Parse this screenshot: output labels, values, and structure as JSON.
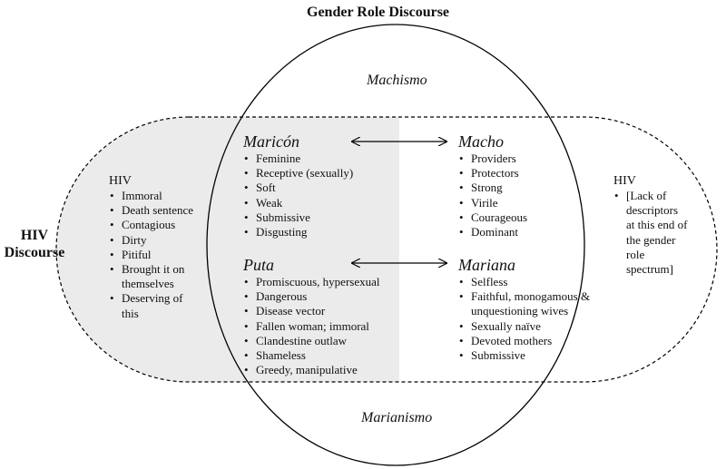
{
  "title": "Gender Role Discourse",
  "machismo_label": "Machismo",
  "marianismo_label": "Marianismo",
  "hiv_discourse_label": "HIV Discourse",
  "left_hiv": {
    "heading": "HIV",
    "items": [
      "Immoral",
      "Death sentence",
      "Contagious",
      "Dirty",
      "Pitiful",
      "Brought it on themselves",
      "Deserving of this"
    ]
  },
  "right_hiv": {
    "heading": "HIV",
    "items": [
      "[Lack of descriptors at this end of the gender role spectrum]"
    ]
  },
  "maricon": {
    "heading": "Maricón",
    "items": [
      "Feminine",
      "Receptive (sexually)",
      "Soft",
      "Weak",
      "Submissive",
      "Disgusting"
    ]
  },
  "macho": {
    "heading": "Macho",
    "items": [
      "Providers",
      "Protectors",
      "Strong",
      "Virile",
      "Courageous",
      "Dominant"
    ]
  },
  "puta": {
    "heading": "Puta",
    "items": [
      "Promiscuous, hypersexual",
      "Dangerous",
      "Disease vector",
      "Fallen woman; immoral",
      "Clandestine outlaw",
      "Shameless",
      "Greedy, manipulative"
    ]
  },
  "mariana": {
    "heading": "Mariana",
    "items": [
      "Selfless",
      "Faithful, monogamous & unquestioning wives",
      "Sexually naïve",
      "Devoted mothers",
      "Submissive"
    ]
  },
  "colors": {
    "shaded_region": "#ebebeb",
    "line": "#000000"
  }
}
